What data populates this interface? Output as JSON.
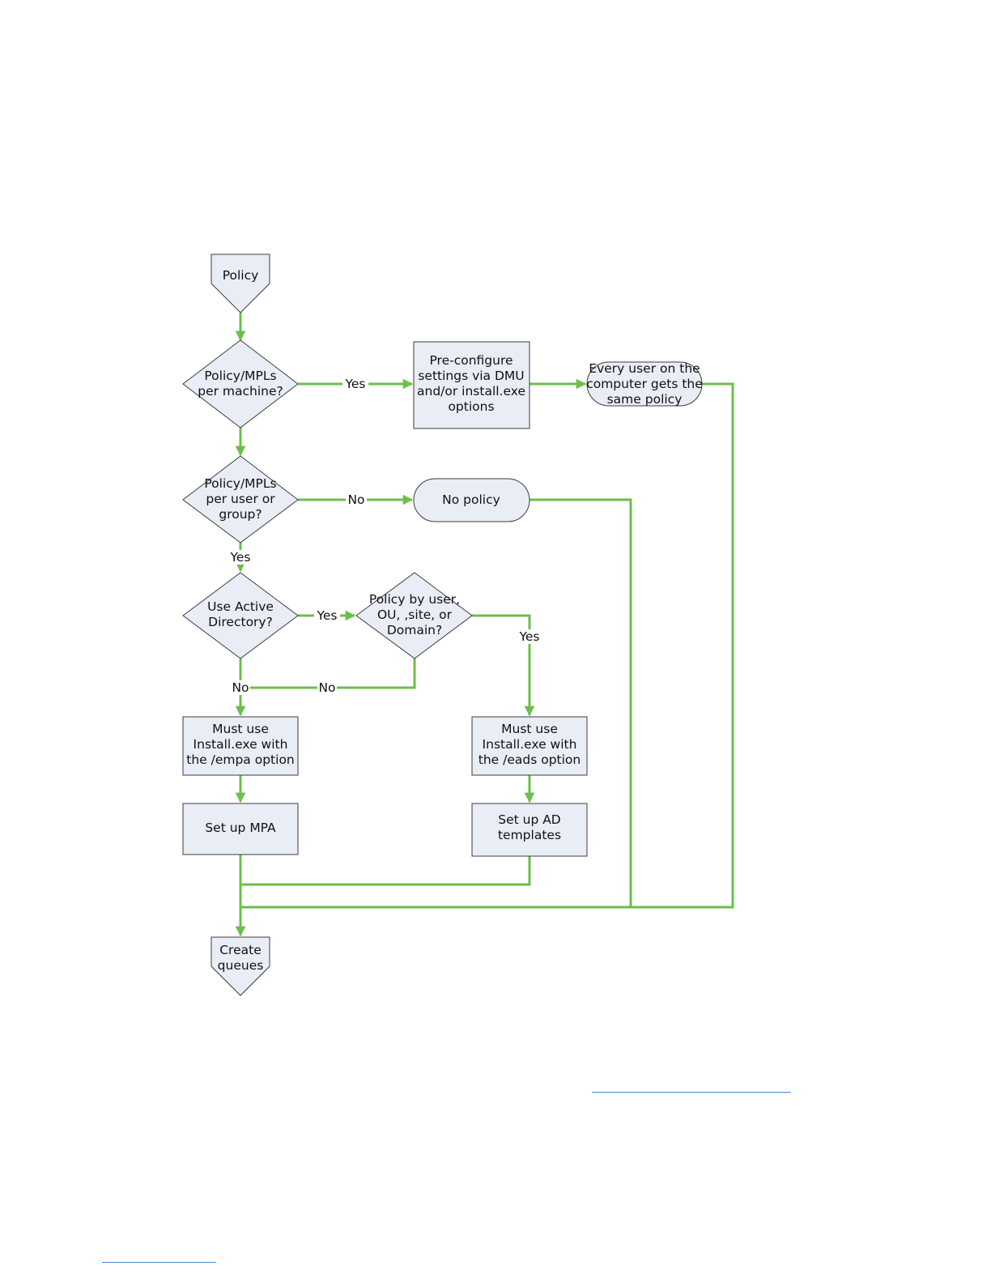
{
  "diagram": {
    "nodes": {
      "policy": {
        "type": "offpage",
        "lines": [
          "Policy"
        ]
      },
      "per_machine": {
        "type": "decision",
        "lines": [
          "Policy/MPLs",
          "per machine?"
        ]
      },
      "preconfigure": {
        "type": "process",
        "lines": [
          "Pre-configure",
          "settings via DMU",
          "and/or install.exe",
          "options"
        ]
      },
      "every_user": {
        "type": "terminator",
        "lines": [
          "Every user on the",
          "computer gets the",
          "same policy"
        ]
      },
      "per_user_group": {
        "type": "decision",
        "lines": [
          "Policy/MPLs",
          "per user or",
          "group?"
        ]
      },
      "no_policy": {
        "type": "terminator",
        "lines": [
          "No policy"
        ]
      },
      "use_ad": {
        "type": "decision",
        "lines": [
          "Use Active",
          "Directory?"
        ]
      },
      "policy_by": {
        "type": "decision",
        "lines": [
          "Policy by user,",
          "OU, ,site, or",
          "Domain?"
        ]
      },
      "empa": {
        "type": "process",
        "lines": [
          "Must use",
          "Install.exe with",
          "the /empa option"
        ]
      },
      "eads": {
        "type": "process",
        "lines": [
          "Must use",
          "Install.exe with",
          "the /eads option"
        ]
      },
      "setup_mpa": {
        "type": "process",
        "lines": [
          "Set up MPA"
        ]
      },
      "setup_ad": {
        "type": "process",
        "lines": [
          "Set up AD",
          "templates"
        ]
      },
      "create_queues": {
        "type": "offpage",
        "lines": [
          "Create",
          "queues"
        ]
      }
    },
    "edge_labels": {
      "per_machine_yes": "Yes",
      "per_user_no": "No",
      "per_user_yes": "Yes",
      "use_ad_yes": "Yes",
      "policy_by_yes": "Yes",
      "use_ad_no": "No",
      "policy_by_no": "No"
    }
  },
  "colors": {
    "connector": "#6cbf4a",
    "shape_fill": "#e9edf6",
    "shape_stroke": "#3d3d3d",
    "link_underline": "#4a86d8"
  }
}
